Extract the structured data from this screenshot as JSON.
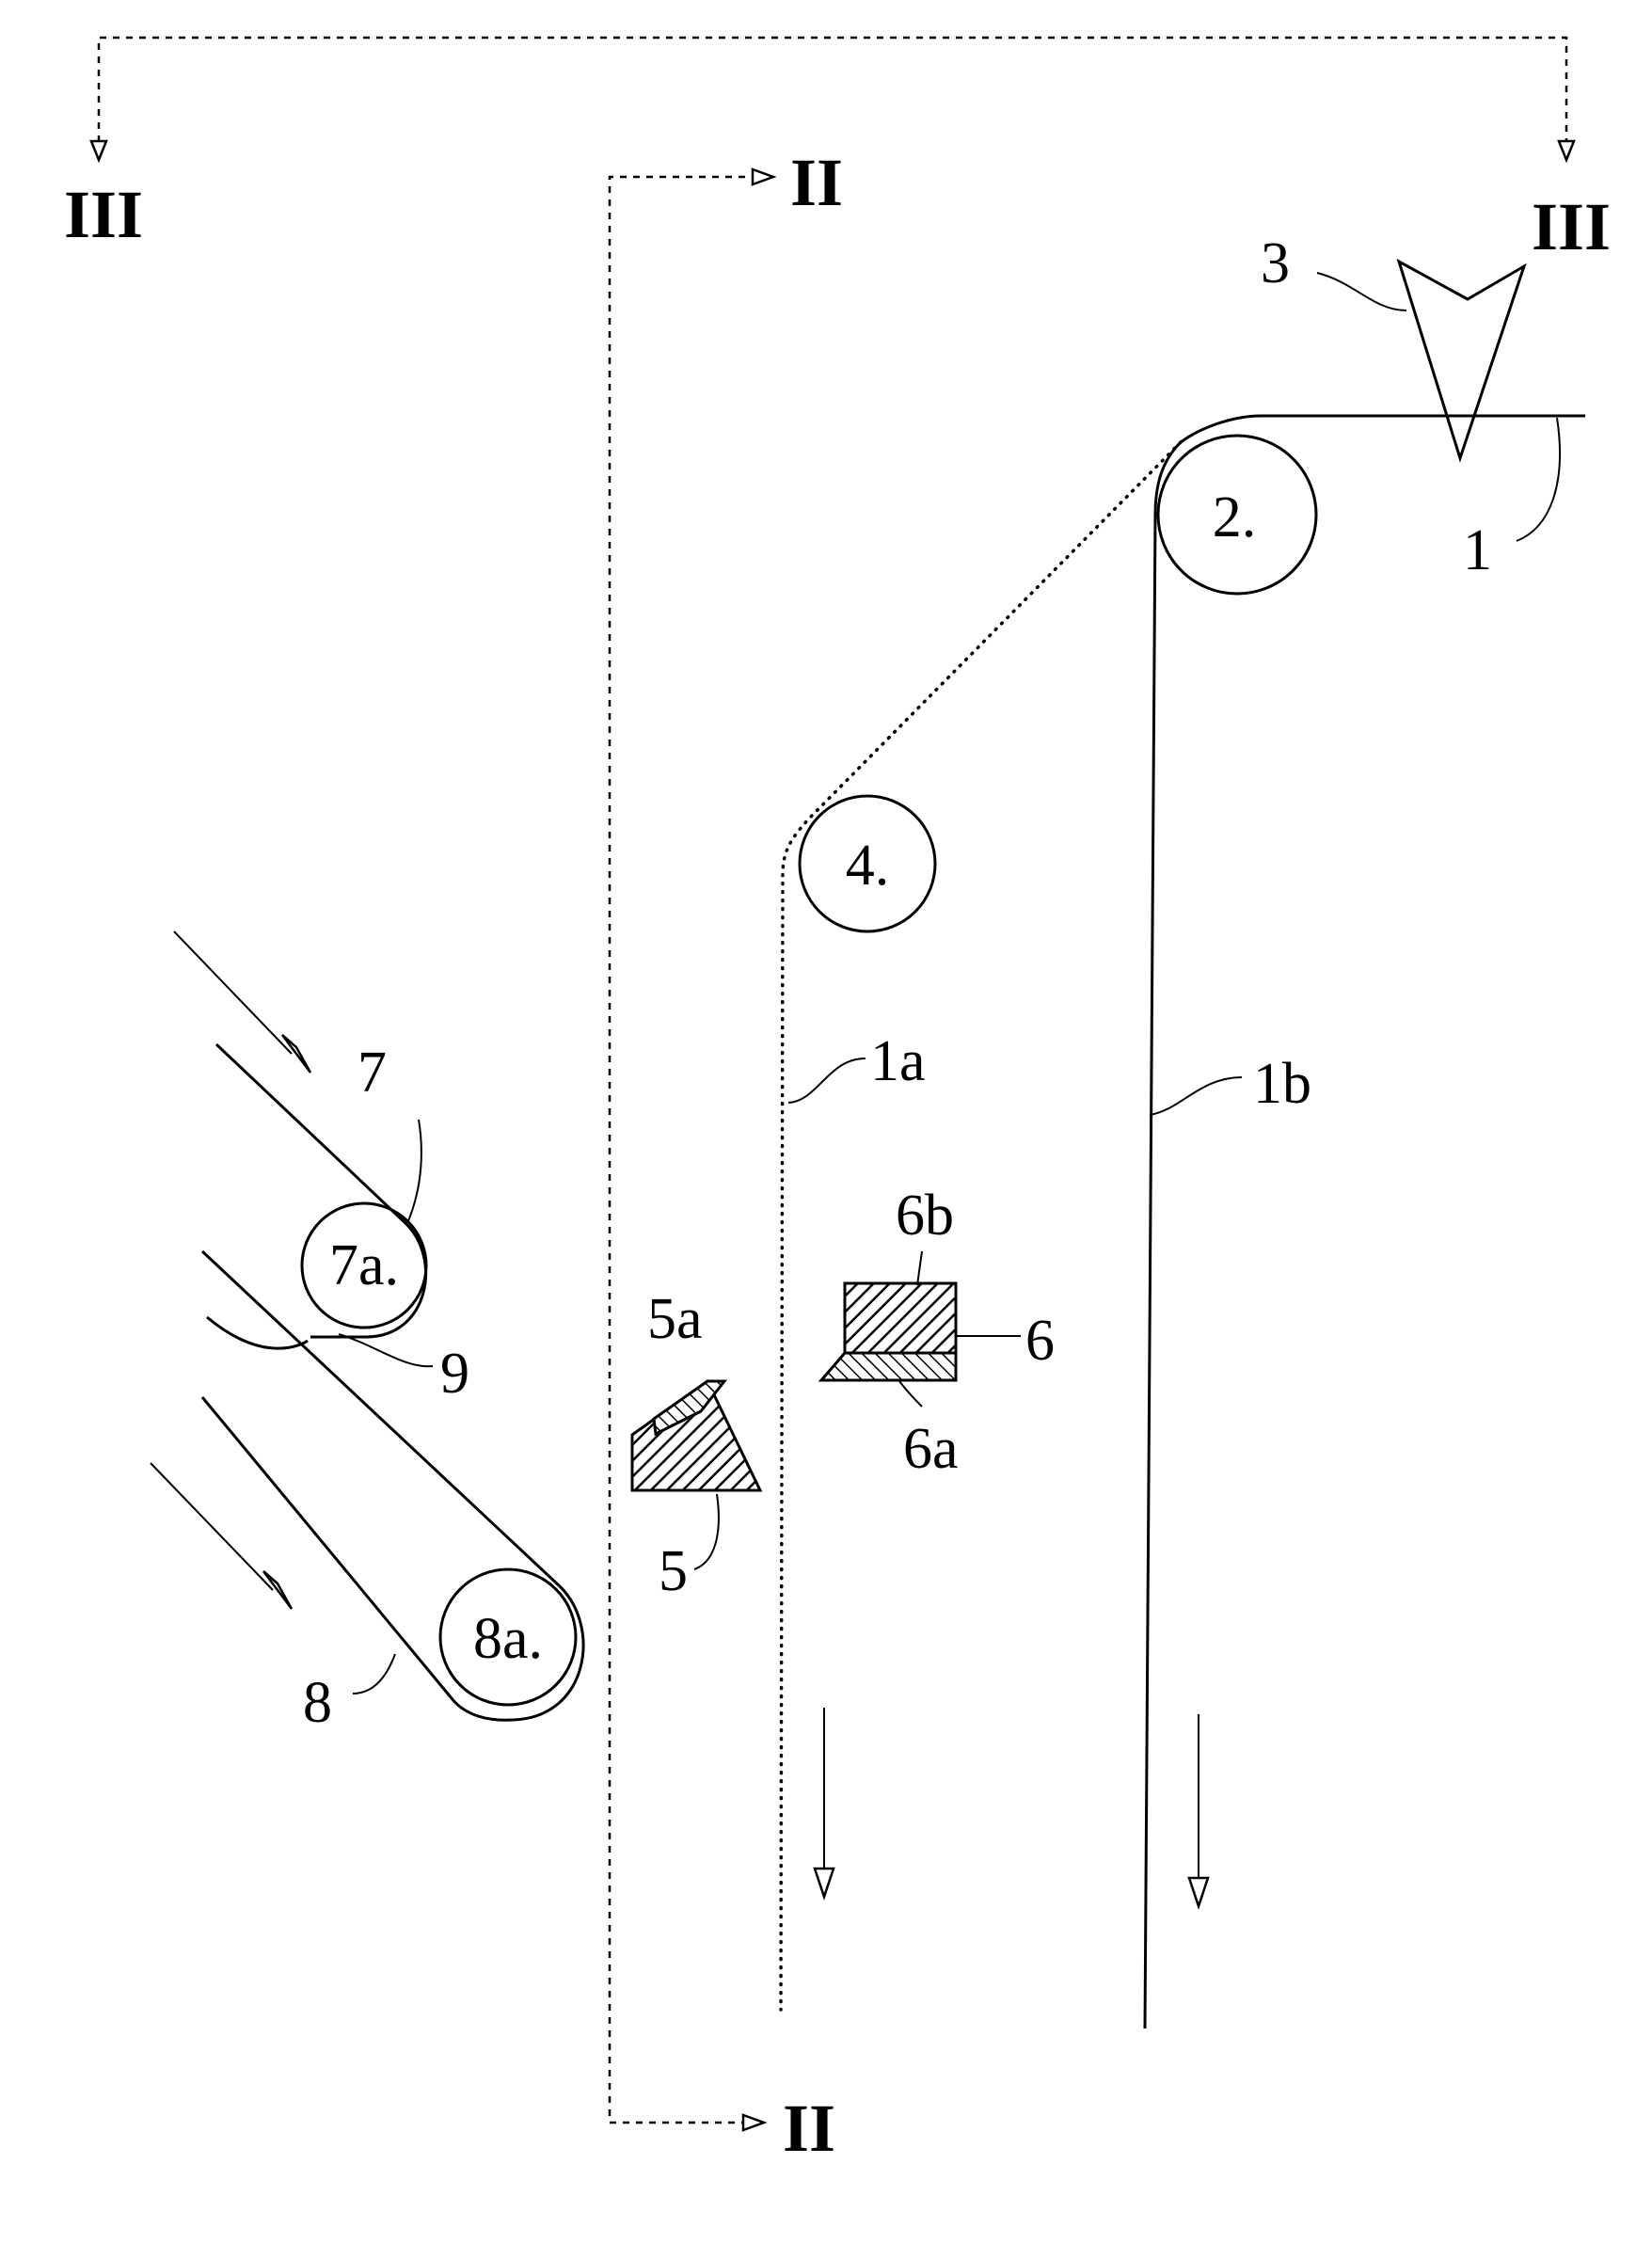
{
  "labels": {
    "section_III_left": "III",
    "section_III_right": "III",
    "section_II_top": "II",
    "section_II_bottom": "II",
    "ref_1": "1",
    "ref_1a": "1a",
    "ref_1b": "1b",
    "ref_2": "2.",
    "ref_3": "3",
    "ref_4": "4.",
    "ref_5": "5",
    "ref_5a": "5a",
    "ref_6": "6",
    "ref_6a": "6a",
    "ref_6b": "6b",
    "ref_7": "7",
    "ref_7a": "7a.",
    "ref_8": "8",
    "ref_8a": "8a.",
    "ref_9": "9"
  }
}
